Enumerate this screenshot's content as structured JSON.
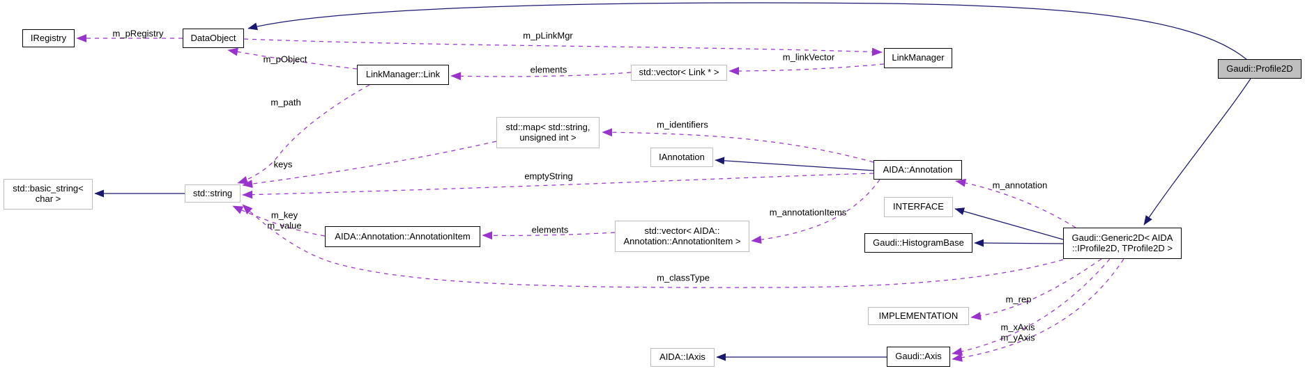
{
  "diagram": {
    "kind": "collaboration-graph",
    "main_class": "Gaudi::Profile2D",
    "colors": {
      "background": "#ffffff",
      "inheritance_edge": "#191970",
      "usage_edge": "#9a32cd",
      "node_fill": "#ffffff",
      "main_node_fill": "#bfbfbf",
      "documented_border": "#000000",
      "external_border": "#bebebe",
      "label_text": "#000000"
    },
    "nodes": [
      {
        "id": "iregistry",
        "label": "IRegistry",
        "kind": "documented"
      },
      {
        "id": "dataobject",
        "label": "DataObject",
        "kind": "documented"
      },
      {
        "id": "linkmanager_link",
        "label": "LinkManager::Link",
        "kind": "documented"
      },
      {
        "id": "vector_link",
        "label": "std::vector< Link * >",
        "kind": "external"
      },
      {
        "id": "linkmanager",
        "label": "LinkManager",
        "kind": "documented"
      },
      {
        "id": "profile2d",
        "label": "Gaudi::Profile2D",
        "kind": "main"
      },
      {
        "id": "map_string_uint",
        "label": "std::map< std::string,\nunsigned int >",
        "kind": "external"
      },
      {
        "id": "iannotation",
        "label": "IAnnotation",
        "kind": "external"
      },
      {
        "id": "annotation",
        "label": "AIDA::Annotation",
        "kind": "documented"
      },
      {
        "id": "basic_string",
        "label": "std::basic_string<\nchar >",
        "kind": "external"
      },
      {
        "id": "string",
        "label": "std::string",
        "kind": "external"
      },
      {
        "id": "annotationitem",
        "label": "AIDA::Annotation::AnnotationItem",
        "kind": "documented"
      },
      {
        "id": "vector_annotationitem",
        "label": "std::vector< AIDA::\nAnnotation::AnnotationItem >",
        "kind": "external"
      },
      {
        "id": "interface",
        "label": "INTERFACE",
        "kind": "external"
      },
      {
        "id": "histogrambase",
        "label": "Gaudi::HistogramBase",
        "kind": "documented"
      },
      {
        "id": "generic2d",
        "label": "Gaudi::Generic2D< AIDA\n::IProfile2D, TProfile2D >",
        "kind": "documented"
      },
      {
        "id": "implementation",
        "label": "IMPLEMENTATION",
        "kind": "external"
      },
      {
        "id": "iaxis",
        "label": "AIDA::IAxis",
        "kind": "external"
      },
      {
        "id": "axis",
        "label": "Gaudi::Axis",
        "kind": "documented"
      }
    ],
    "edges": [
      {
        "id": "inh_profile2d_dataobject",
        "from": "profile2d",
        "to": "dataobject",
        "relation": "inherits",
        "label": ""
      },
      {
        "id": "inh_profile2d_generic2d",
        "from": "profile2d",
        "to": "generic2d",
        "relation": "inherits",
        "label": ""
      },
      {
        "id": "inh_annotation_iannotation",
        "from": "annotation",
        "to": "iannotation",
        "relation": "inherits",
        "label": ""
      },
      {
        "id": "inh_string_basicstring",
        "from": "string",
        "to": "basic_string",
        "relation": "inherits",
        "label": ""
      },
      {
        "id": "inh_generic2d_interface",
        "from": "generic2d",
        "to": "interface",
        "relation": "inherits",
        "label": ""
      },
      {
        "id": "inh_generic2d_histogrambase",
        "from": "generic2d",
        "to": "histogrambase",
        "relation": "inherits",
        "label": ""
      },
      {
        "id": "inh_axis_iaxis",
        "from": "axis",
        "to": "iaxis",
        "relation": "inherits",
        "label": ""
      },
      {
        "id": "use_pregistry",
        "from": "dataobject",
        "to": "iregistry",
        "relation": "member",
        "label": "m_pRegistry"
      },
      {
        "id": "use_plinkmgr",
        "from": "dataobject",
        "to": "linkmanager",
        "relation": "member",
        "label": "m_pLinkMgr"
      },
      {
        "id": "use_pobject",
        "from": "linkmanager_link",
        "to": "dataobject",
        "relation": "member",
        "label": "m_pObject"
      },
      {
        "id": "use_elements_link",
        "from": "vector_link",
        "to": "linkmanager_link",
        "relation": "member",
        "label": "elements"
      },
      {
        "id": "use_linkvector",
        "from": "linkmanager",
        "to": "vector_link",
        "relation": "member",
        "label": "m_linkVector"
      },
      {
        "id": "use_mpath",
        "from": "linkmanager_link",
        "to": "string",
        "relation": "member",
        "label": "m_path"
      },
      {
        "id": "use_identifiers",
        "from": "annotation",
        "to": "map_string_uint",
        "relation": "member",
        "label": "m_identifiers"
      },
      {
        "id": "use_keys",
        "from": "map_string_uint",
        "to": "string",
        "relation": "member",
        "label": "keys"
      },
      {
        "id": "use_emptystring",
        "from": "annotation",
        "to": "string",
        "relation": "member",
        "label": "emptyString"
      },
      {
        "id": "use_annotation",
        "from": "generic2d",
        "to": "annotation",
        "relation": "member",
        "label": "m_annotation"
      },
      {
        "id": "use_key_value",
        "from": "annotationitem",
        "to": "string",
        "relation": "member",
        "label": "m_key\nm_value"
      },
      {
        "id": "use_elements_item",
        "from": "vector_annotationitem",
        "to": "annotationitem",
        "relation": "member",
        "label": "elements"
      },
      {
        "id": "use_annotationitems",
        "from": "annotation",
        "to": "vector_annotationitem",
        "relation": "member",
        "label": "m_annotationItems"
      },
      {
        "id": "use_classtype",
        "from": "generic2d",
        "to": "string",
        "relation": "member",
        "label": "m_classType"
      },
      {
        "id": "use_rep",
        "from": "generic2d",
        "to": "implementation",
        "relation": "member",
        "label": "m_rep"
      },
      {
        "id": "use_axes",
        "from": "generic2d",
        "to": "axis",
        "relation": "member",
        "label": "m_xAxis\nm_yAxis"
      }
    ]
  }
}
